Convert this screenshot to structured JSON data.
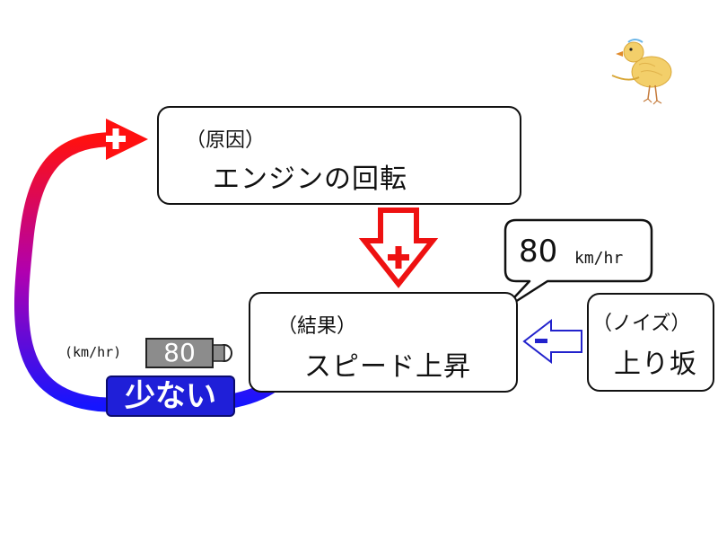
{
  "cause_box": {
    "tag": "（原因）",
    "title": "エンジンの回転"
  },
  "result_box": {
    "tag": "（結果）",
    "title": "スピード上昇"
  },
  "noise_box": {
    "tag": "（ノイズ）",
    "title": "上り坂"
  },
  "callout": {
    "value": "80",
    "unit": "km/hr"
  },
  "speedometer": {
    "unit_label": "(km/hr)",
    "value": "80"
  },
  "feedback_label": "少ない",
  "signs": {
    "plus": "+",
    "minus": "−"
  },
  "colors": {
    "red": "#ee1111",
    "blue": "#1f1fd8",
    "noise_arrow": "#2222cc"
  }
}
